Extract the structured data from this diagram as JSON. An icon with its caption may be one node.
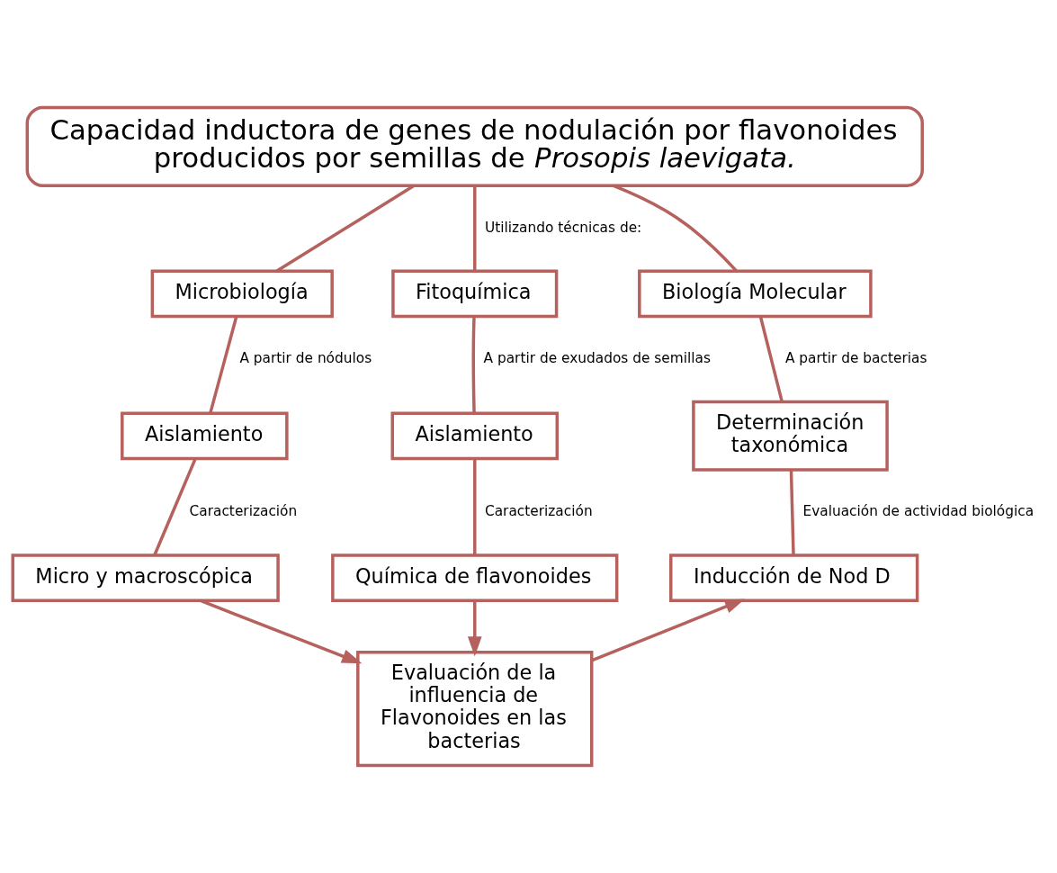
{
  "diagram": {
    "nodes": [
      {
        "text": [
          "Capacidad inductora de genes de nodulación por flavonoides producidos por semillas de *Prosopis laevigata.*"
        ]
      },
      {
        "text": [
          "Microbiología"
        ]
      },
      {
        "text": [
          "Fitoquímica"
        ]
      },
      {
        "text": [
          "Biología Molecular"
        ]
      },
      {
        "text": [
          "Aislamiento"
        ]
      },
      {
        "text": [
          "Aislamiento"
        ]
      },
      {
        "text": [
          "Determinación taxonómica"
        ]
      },
      {
        "text": [
          "Micro y macroscópica"
        ]
      },
      {
        "text": [
          "Química de flavonoides"
        ]
      },
      {
        "text": [
          "Inducción de Nod D"
        ]
      },
      {
        "text": [
          "Evaluación de la influencia de Flavonoides en las bacterias"
        ]
      }
    ],
    "edges": [
      {
        "from": 0,
        "to": 1,
        "arrow": "none"
      },
      {
        "from": 0,
        "to": 2,
        "arrow": "none",
        "label": "Utilizando técnicas de:"
      },
      {
        "from": 0,
        "to": 3,
        "arrow": "none"
      },
      {
        "from": 1,
        "to": 4,
        "arrow": "none",
        "label": "A partir de nódulos"
      },
      {
        "from": 2,
        "to": 5,
        "arrow": "none",
        "label": "A partir de exudados de semillas"
      },
      {
        "from": 3,
        "to": 6,
        "arrow": "none",
        "label": "A partir de bacterias"
      },
      {
        "from": 4,
        "to": 7,
        "arrow": "none",
        "label": "Caracterización"
      },
      {
        "from": 5,
        "to": 8,
        "arrow": "none",
        "label": "Caracterización"
      },
      {
        "from": 6,
        "to": 9,
        "arrow": "none",
        "label": "Evaluación de actividad biológica"
      },
      {
        "from": 7,
        "to": 10,
        "arrow": "to"
      },
      {
        "from": 8,
        "to": 10,
        "arrow": "to"
      },
      {
        "from": 10,
        "to": 9,
        "arrow": "to"
      }
    ]
  }
}
